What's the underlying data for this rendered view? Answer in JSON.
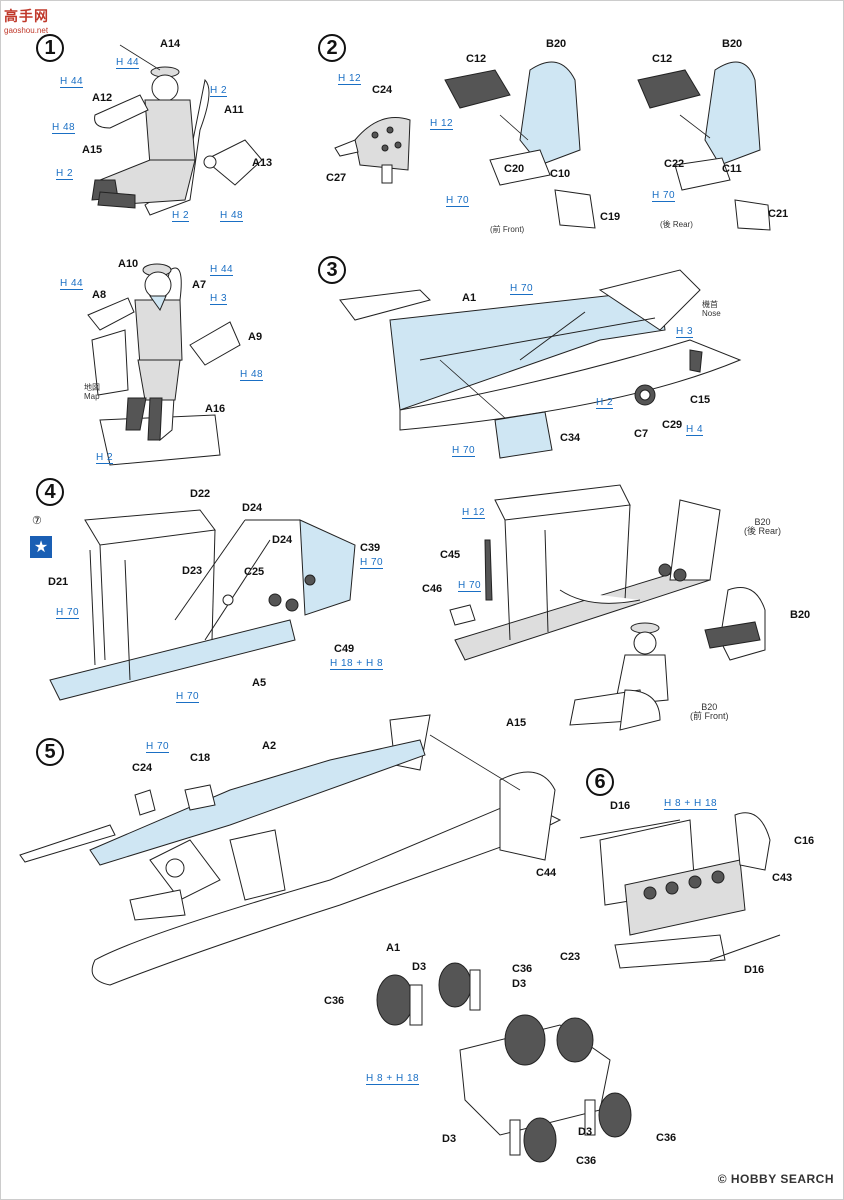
{
  "site_logo": {
    "text": "高手网",
    "sub": "gaoshou.net"
  },
  "watermark": "© HOBBY SEARCH",
  "steps": [
    "1",
    "2",
    "3",
    "4",
    "5",
    "6"
  ],
  "captions": {
    "front": "(前 Front)",
    "rear": "(後 Rear)",
    "map": "地図\nMap",
    "nose": "機首\nNose",
    "b20_rear": "B20\n(後 Rear)",
    "b20_front": "B20\n(前 Front)"
  },
  "step1": {
    "parts": [
      "A14",
      "A12",
      "A11",
      "A15",
      "A13",
      "A10",
      "A7",
      "A8",
      "A9",
      "A16"
    ],
    "colors": [
      "H 44",
      "H 2",
      "H 44",
      "H 48",
      "H 2",
      "H 2",
      "H 48",
      "H 44",
      "H 44",
      "H 3",
      "H 48",
      "H 2"
    ]
  },
  "step2": {
    "parts": [
      "C24",
      "C27",
      "C12",
      "B20",
      "C20",
      "C10",
      "C19",
      "C12",
      "B20",
      "C22",
      "C11",
      "C21"
    ],
    "colors": [
      "H 12",
      "H 12",
      "H 70",
      "H 70"
    ]
  },
  "step3": {
    "parts": [
      "A1",
      "C15",
      "C7",
      "C29",
      "C34"
    ],
    "colors": [
      "H 70",
      "H 3",
      "H 2",
      "H 4",
      "H 70"
    ]
  },
  "step4": {
    "marker": "⑦",
    "parts": [
      "D22",
      "D24",
      "D24",
      "C39",
      "D21",
      "D23",
      "C25",
      "C49",
      "A5",
      "C45",
      "C46",
      "B20",
      "A15"
    ],
    "colors": [
      "H 70",
      "H 70",
      "H 18 + H 8",
      "H 70",
      "H 12",
      "H 70"
    ]
  },
  "step5": {
    "parts": [
      "C18",
      "A2",
      "C24",
      "A1"
    ],
    "colors": [
      "H 70"
    ]
  },
  "step6": {
    "parts": [
      "D16",
      "C16",
      "C44",
      "C43",
      "C23",
      "D16"
    ],
    "colors": [
      "H 8 + H 18"
    ]
  },
  "engine": {
    "parts": [
      "D3",
      "C36",
      "C36",
      "D3",
      "D3",
      "D3",
      "C36",
      "C36"
    ],
    "colors": [
      "H 8 + H 18"
    ]
  }
}
